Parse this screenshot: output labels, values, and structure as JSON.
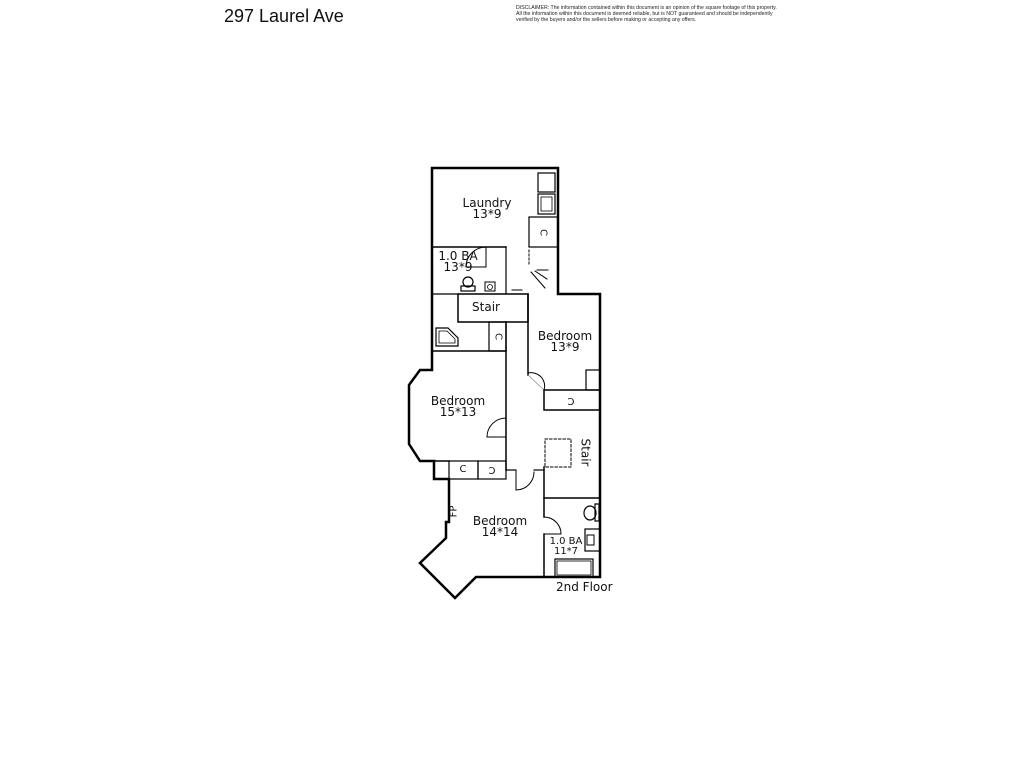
{
  "header": {
    "address": "297 Laurel Ave",
    "disclaimer": [
      "DISCLAIMER: The information contained within this document is an opinion of the square footage of this property.",
      "All the information within this document is deemed reliable, but is NOT guaranteed and should be independently",
      "verified by the buyers and/or the sellers before making or accepting any offers."
    ]
  },
  "floor": {
    "label": "2nd Floor",
    "rooms": [
      {
        "id": "laundry",
        "name": "Laundry",
        "size": "13*9"
      },
      {
        "id": "bath-upper",
        "name": "1.0 BA",
        "size": "13*9"
      },
      {
        "id": "stair-upper",
        "name": "Stair"
      },
      {
        "id": "bedroom-right",
        "name": "Bedroom",
        "size": "13*9"
      },
      {
        "id": "bedroom-left",
        "name": "Bedroom",
        "size": "15*13"
      },
      {
        "id": "stair-right",
        "name": "Stair"
      },
      {
        "id": "bedroom-bottom",
        "name": "Bedroom",
        "size": "14*14"
      },
      {
        "id": "bath-lower",
        "name": "1.0 BA",
        "size": "11*7"
      }
    ],
    "closet_label": "C",
    "fireplace_label": "FP"
  },
  "colors": {
    "wall": "#000000",
    "background": "#ffffff",
    "text": "#111111"
  }
}
